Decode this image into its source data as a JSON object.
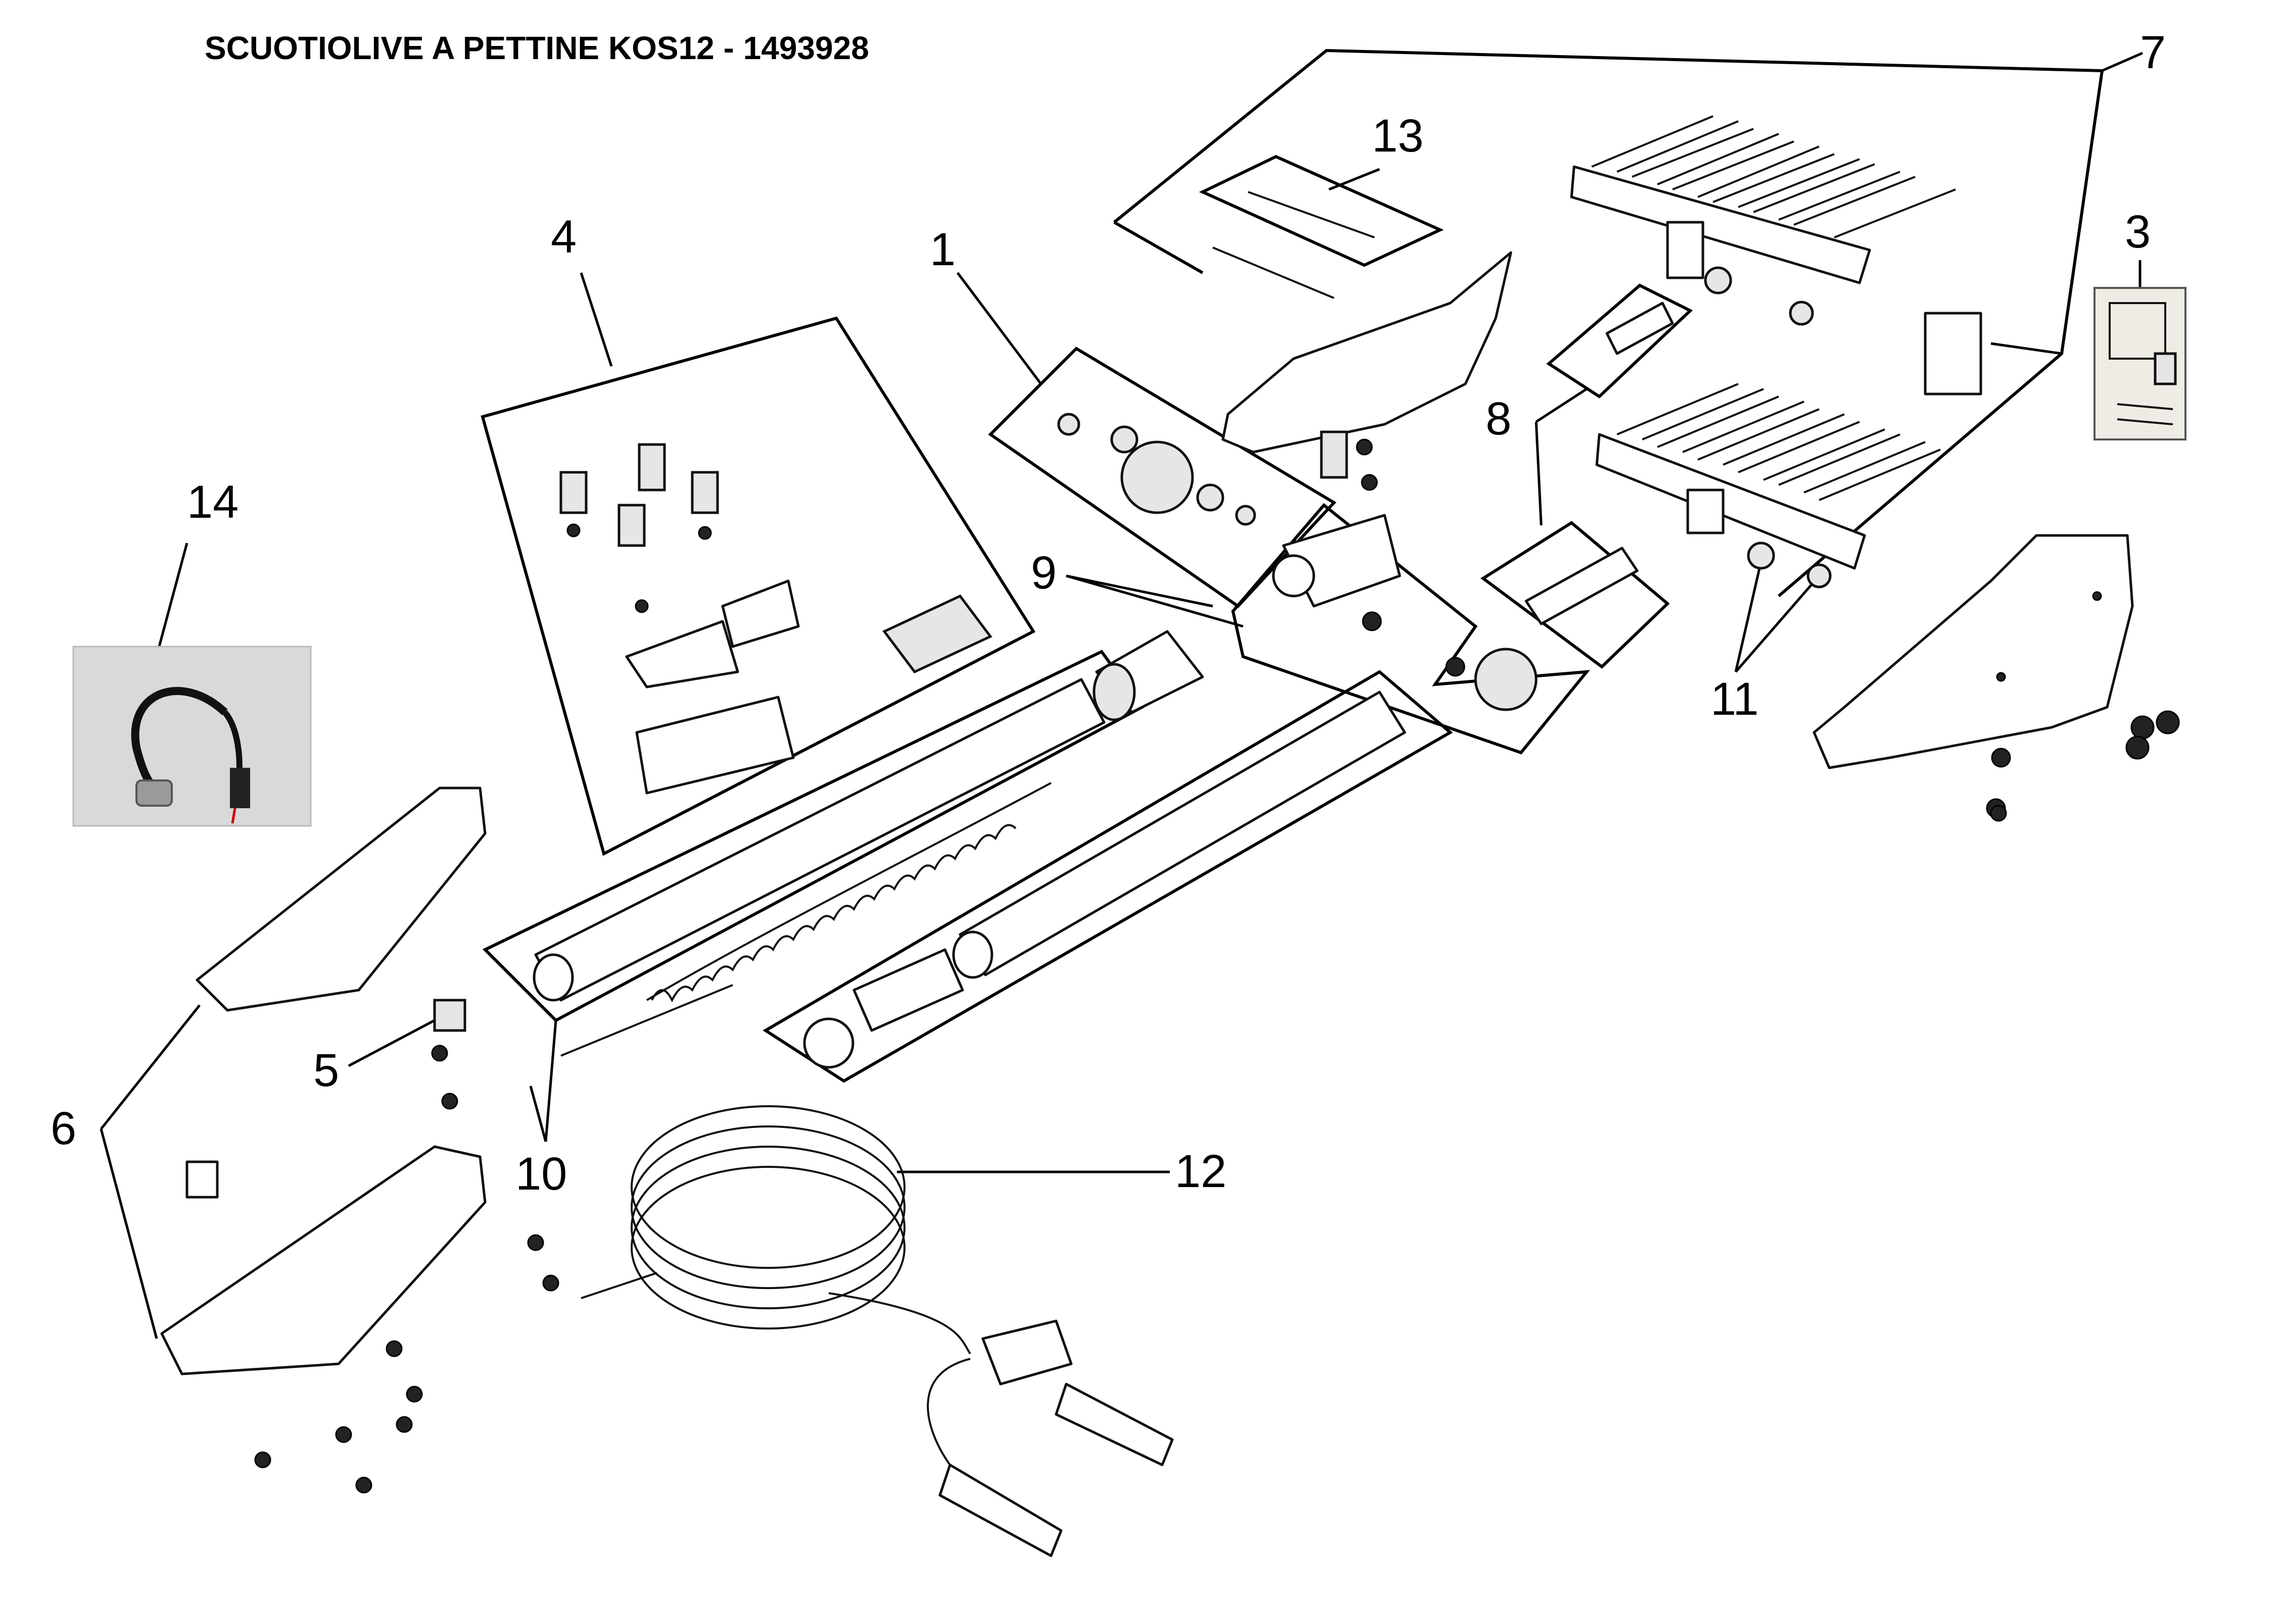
{
  "title": "SCUOTIOLIVE A PETTINE KOS12 - 1493928",
  "callouts": [
    {
      "id": "1",
      "label": "1"
    },
    {
      "id": "3",
      "label": "3"
    },
    {
      "id": "4",
      "label": "4"
    },
    {
      "id": "5",
      "label": "5"
    },
    {
      "id": "6",
      "label": "6"
    },
    {
      "id": "7",
      "label": "7"
    },
    {
      "id": "8",
      "label": "8"
    },
    {
      "id": "9",
      "label": "9"
    },
    {
      "id": "10",
      "label": "10"
    },
    {
      "id": "11",
      "label": "11"
    },
    {
      "id": "12",
      "label": "12"
    },
    {
      "id": "13",
      "label": "13"
    },
    {
      "id": "14",
      "label": "14"
    }
  ]
}
